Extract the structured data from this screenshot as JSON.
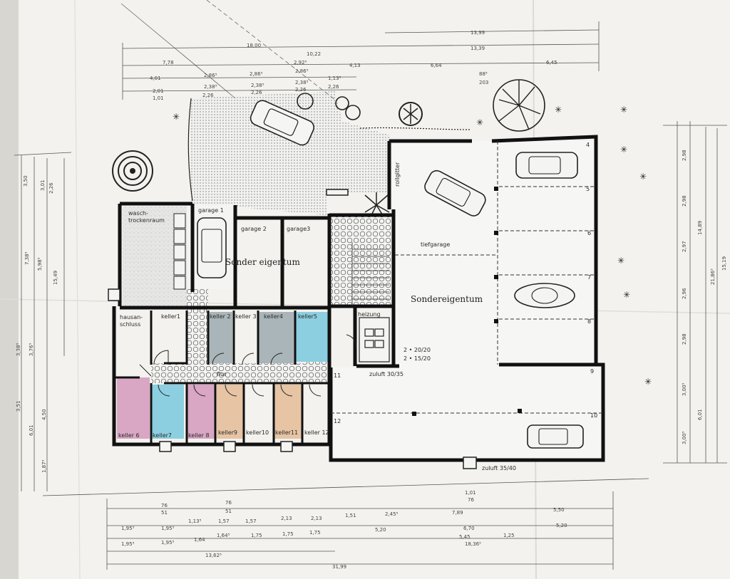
{
  "rooms": {
    "wasch": "wasch-",
    "wasch2": "trockenraum",
    "garage1": "garage 1",
    "garage2": "garage 2",
    "garage3": "garage3",
    "sonder1": "Sonder eigentum",
    "sonder2": "Sondereigentum",
    "tiefgarage": "tiefgarage",
    "rollgitter": "rollgitter",
    "hausan": "hausan-",
    "hausan2": "schluss",
    "keller1": "keller1",
    "keller2": "keller 2",
    "keller3": "keller 3",
    "keller4": "keller4",
    "keller5": "keller5",
    "keller6": "keller 6",
    "keller7": "keller7",
    "keller8": "keller 8",
    "keller9": "keller9",
    "keller10": "keller10",
    "keller11": "keller11",
    "keller12": "keller 12",
    "flur": "flur",
    "heizung": "heizung",
    "zuluft1": "zuluft 30/35",
    "zuluft2": "zuluft 35/40",
    "vent1": "2 • 20/20",
    "vent2": "2 • 15/20"
  },
  "spaces": [
    "4",
    "5",
    "6",
    "7",
    "8",
    "9",
    "10",
    "11",
    "12"
  ],
  "dims_top": {
    "d1": "18,00",
    "d2": "13,99",
    "d3": "13,39",
    "d4": "10,22",
    "d5": "7,78",
    "d6": "6,64",
    "d7": "6,45",
    "d8": "4,01",
    "d9": "2,86⁵",
    "d10": "2,86⁵",
    "d11": "2,86⁵",
    "d12": "2,38⁵",
    "d13": "2,38⁵",
    "d14": "2,38⁵",
    "d15": "2,01",
    "d16": "1,01",
    "d17": "2,26",
    "d18": "2,26",
    "d19": "2,26",
    "d20": "2,92⁵",
    "d21": "4,13",
    "d22": "1,13⁵",
    "d23": "2,26",
    "d24": "88⁵",
    "d25": "203"
  },
  "dims_bottom": {
    "b1": "31,99",
    "b2": "13,62⁵",
    "b3": "18,36⁵",
    "b4": "7,89",
    "b5": "5,50",
    "b6": "6,70",
    "b7": "5,20",
    "b8": "5,45",
    "b9": "1,25",
    "b10": "5,20",
    "b11": "2,45⁵",
    "b12": "1,51",
    "b13": "2,13",
    "b14": "2,13",
    "b15": "1,57",
    "b16": "1,57",
    "b17": "1,13⁵",
    "b18": "1,95⁵",
    "b19": "1,95⁵",
    "b20": "1,95⁵",
    "b21": "1,95⁵",
    "b22": "1,64",
    "b23": "1,64⁵",
    "b24": "1,75",
    "b25": "1,75",
    "b26": "1,75",
    "b27": "1,01",
    "b28": "76",
    "b29": "76",
    "b30": "76",
    "b31": "51",
    "b32": "51"
  },
  "dims_left": {
    "l1": "15,49",
    "l2": "7,38⁵",
    "l3": "5,98⁵",
    "l4": "3,50",
    "l5": "3,01",
    "l6": "2,26",
    "l7": "3,38⁵",
    "l8": "3,76⁵",
    "l9": "4,50",
    "l10": "6,01",
    "l11": "3,51",
    "l12": "1,87⁵"
  },
  "dims_right": {
    "r1": "21,86⁵",
    "r2": "14,89",
    "r3": "2,98",
    "r4": "2,98",
    "r5": "2,97",
    "r6": "2,96",
    "r7": "2,98",
    "r8": "3,00⁵",
    "r9": "3,00⁵",
    "r10": "6,01",
    "r11": "15,19"
  },
  "colors": {
    "pink": "#d9a6c4",
    "blue": "#8ccfe0",
    "teal": "#8ec7c9",
    "gray": "#a9b5b8",
    "peach": "#e6c4a4",
    "paper": "#f3f2ee",
    "floor": "#e2e2e0"
  }
}
